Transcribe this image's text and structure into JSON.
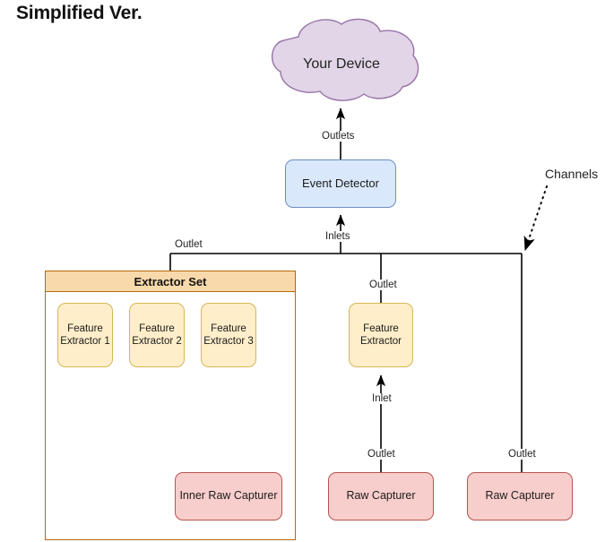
{
  "page": {
    "title": "Simplified Ver.",
    "background": "#ffffff"
  },
  "colors": {
    "cloud_fill": "#e1d5e7",
    "cloud_stroke": "#9673a6",
    "event_fill": "#dae8fc",
    "event_stroke": "#6c8ebf",
    "extractor_fill": "#ffeec9",
    "extractor_stroke": "#d6b656",
    "set_header_fill": "#f8d9ab",
    "set_stroke": "#b8670b",
    "capturer_fill": "#f8cecc",
    "capturer_stroke": "#b85450",
    "wire": "#000000"
  },
  "nodes": {
    "cloud": {
      "label": "Your Device",
      "shape": "cloud"
    },
    "event_detector": {
      "label": "Event Detector",
      "shape": "rounded-rect"
    },
    "extractor_set": {
      "label": "Extractor Set",
      "shape": "container"
    },
    "feature_extractor_1": {
      "label": "Feature Extractor 1",
      "line1": "Feature",
      "line2": "Extractor 1"
    },
    "feature_extractor_2": {
      "label": "Feature Extractor 2",
      "line1": "Feature",
      "line2": "Extractor 2"
    },
    "feature_extractor_3": {
      "label": "Feature Extractor 3",
      "line1": "Feature",
      "line2": "Extractor 3"
    },
    "feature_extractor_solo": {
      "label": "Feature Extractor",
      "line1": "Feature",
      "line2": "Extractor"
    },
    "inner_raw_capturer": {
      "label": "Inner Raw Capturer"
    },
    "raw_capturer_mid": {
      "label": "Raw Capturer"
    },
    "raw_capturer_right": {
      "label": "Raw Capturer"
    }
  },
  "edge_labels": {
    "outlets_to_device": "Outlets",
    "inlets_to_event_detector": "Inlets",
    "extractor_set_outlet": "Outlet",
    "feature_extractor_outlet": "Outlet",
    "feature_extractor_inlet": "Inlet",
    "raw_capturer_mid_outlet": "Outlet",
    "raw_capturer_right_outlet": "Outlet"
  },
  "annotations": {
    "channels": "Channels"
  }
}
